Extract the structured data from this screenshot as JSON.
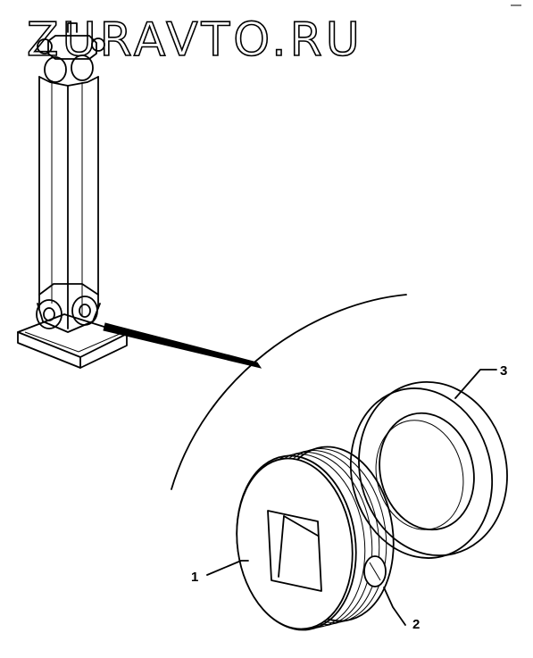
{
  "watermark": "ZURAVTO.RU",
  "callouts": [
    {
      "number": "1",
      "part": "threaded-plug"
    },
    {
      "number": "2",
      "part": "small-pin"
    },
    {
      "number": "3",
      "part": "ring-seal"
    }
  ]
}
